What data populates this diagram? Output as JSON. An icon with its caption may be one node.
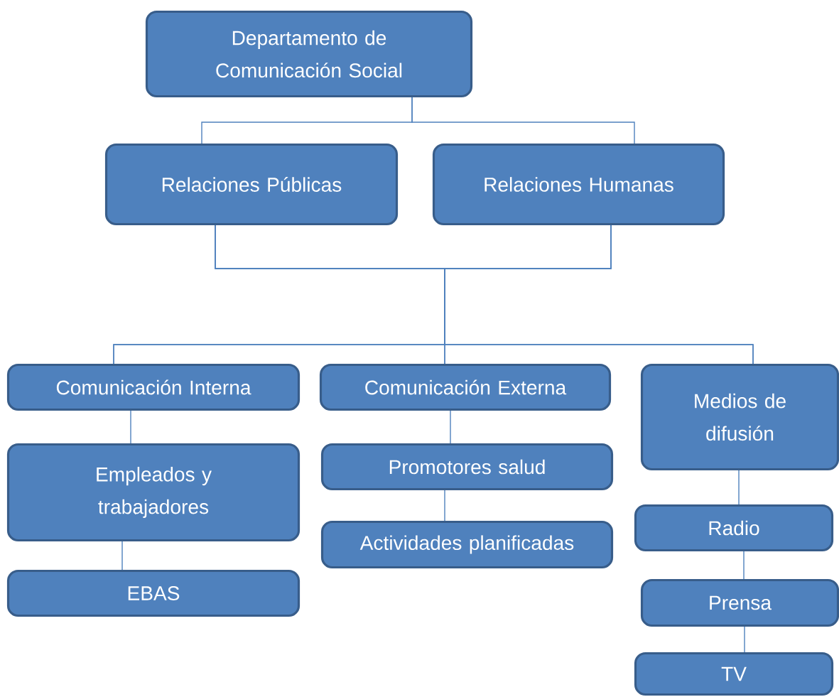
{
  "diagram": {
    "nodes": [
      {
        "text": [
          "Departamento de Comunicación Social"
        ]
      },
      {
        "text": [
          "Relaciones Públicas"
        ]
      },
      {
        "text": [
          "Relaciones Humanas"
        ]
      },
      {
        "text": [
          "Comunicación Interna"
        ]
      },
      {
        "text": [
          "Comunicación Externa"
        ]
      },
      {
        "text": [
          "Medios de difusión"
        ]
      },
      {
        "text": [
          "Empleados y trabajadores"
        ]
      },
      {
        "text": [
          "EBAS"
        ]
      },
      {
        "text": [
          "Promotores salud"
        ]
      },
      {
        "text": [
          "Actividades planificadas"
        ]
      },
      {
        "text": [
          "Radio"
        ]
      },
      {
        "text": [
          "Prensa"
        ]
      },
      {
        "text": [
          "TV"
        ]
      }
    ],
    "edges": [
      {
        "from": 0,
        "to": 1,
        "arrow": "none"
      },
      {
        "from": 0,
        "to": 2,
        "arrow": "none"
      },
      {
        "from": 1,
        "to": 3,
        "arrow": "none"
      },
      {
        "from": 1,
        "to": 4,
        "arrow": "none"
      },
      {
        "from": 1,
        "to": 5,
        "arrow": "none"
      },
      {
        "from": 2,
        "to": 3,
        "arrow": "none"
      },
      {
        "from": 2,
        "to": 4,
        "arrow": "none"
      },
      {
        "from": 2,
        "to": 5,
        "arrow": "none"
      },
      {
        "from": 3,
        "to": 6,
        "arrow": "none"
      },
      {
        "from": 6,
        "to": 7,
        "arrow": "none"
      },
      {
        "from": 4,
        "to": 8,
        "arrow": "none"
      },
      {
        "from": 8,
        "to": 9,
        "arrow": "none"
      },
      {
        "from": 5,
        "to": 10,
        "arrow": "none"
      },
      {
        "from": 10,
        "to": 11,
        "arrow": "none"
      },
      {
        "from": 11,
        "to": 12,
        "arrow": "none"
      }
    ]
  }
}
